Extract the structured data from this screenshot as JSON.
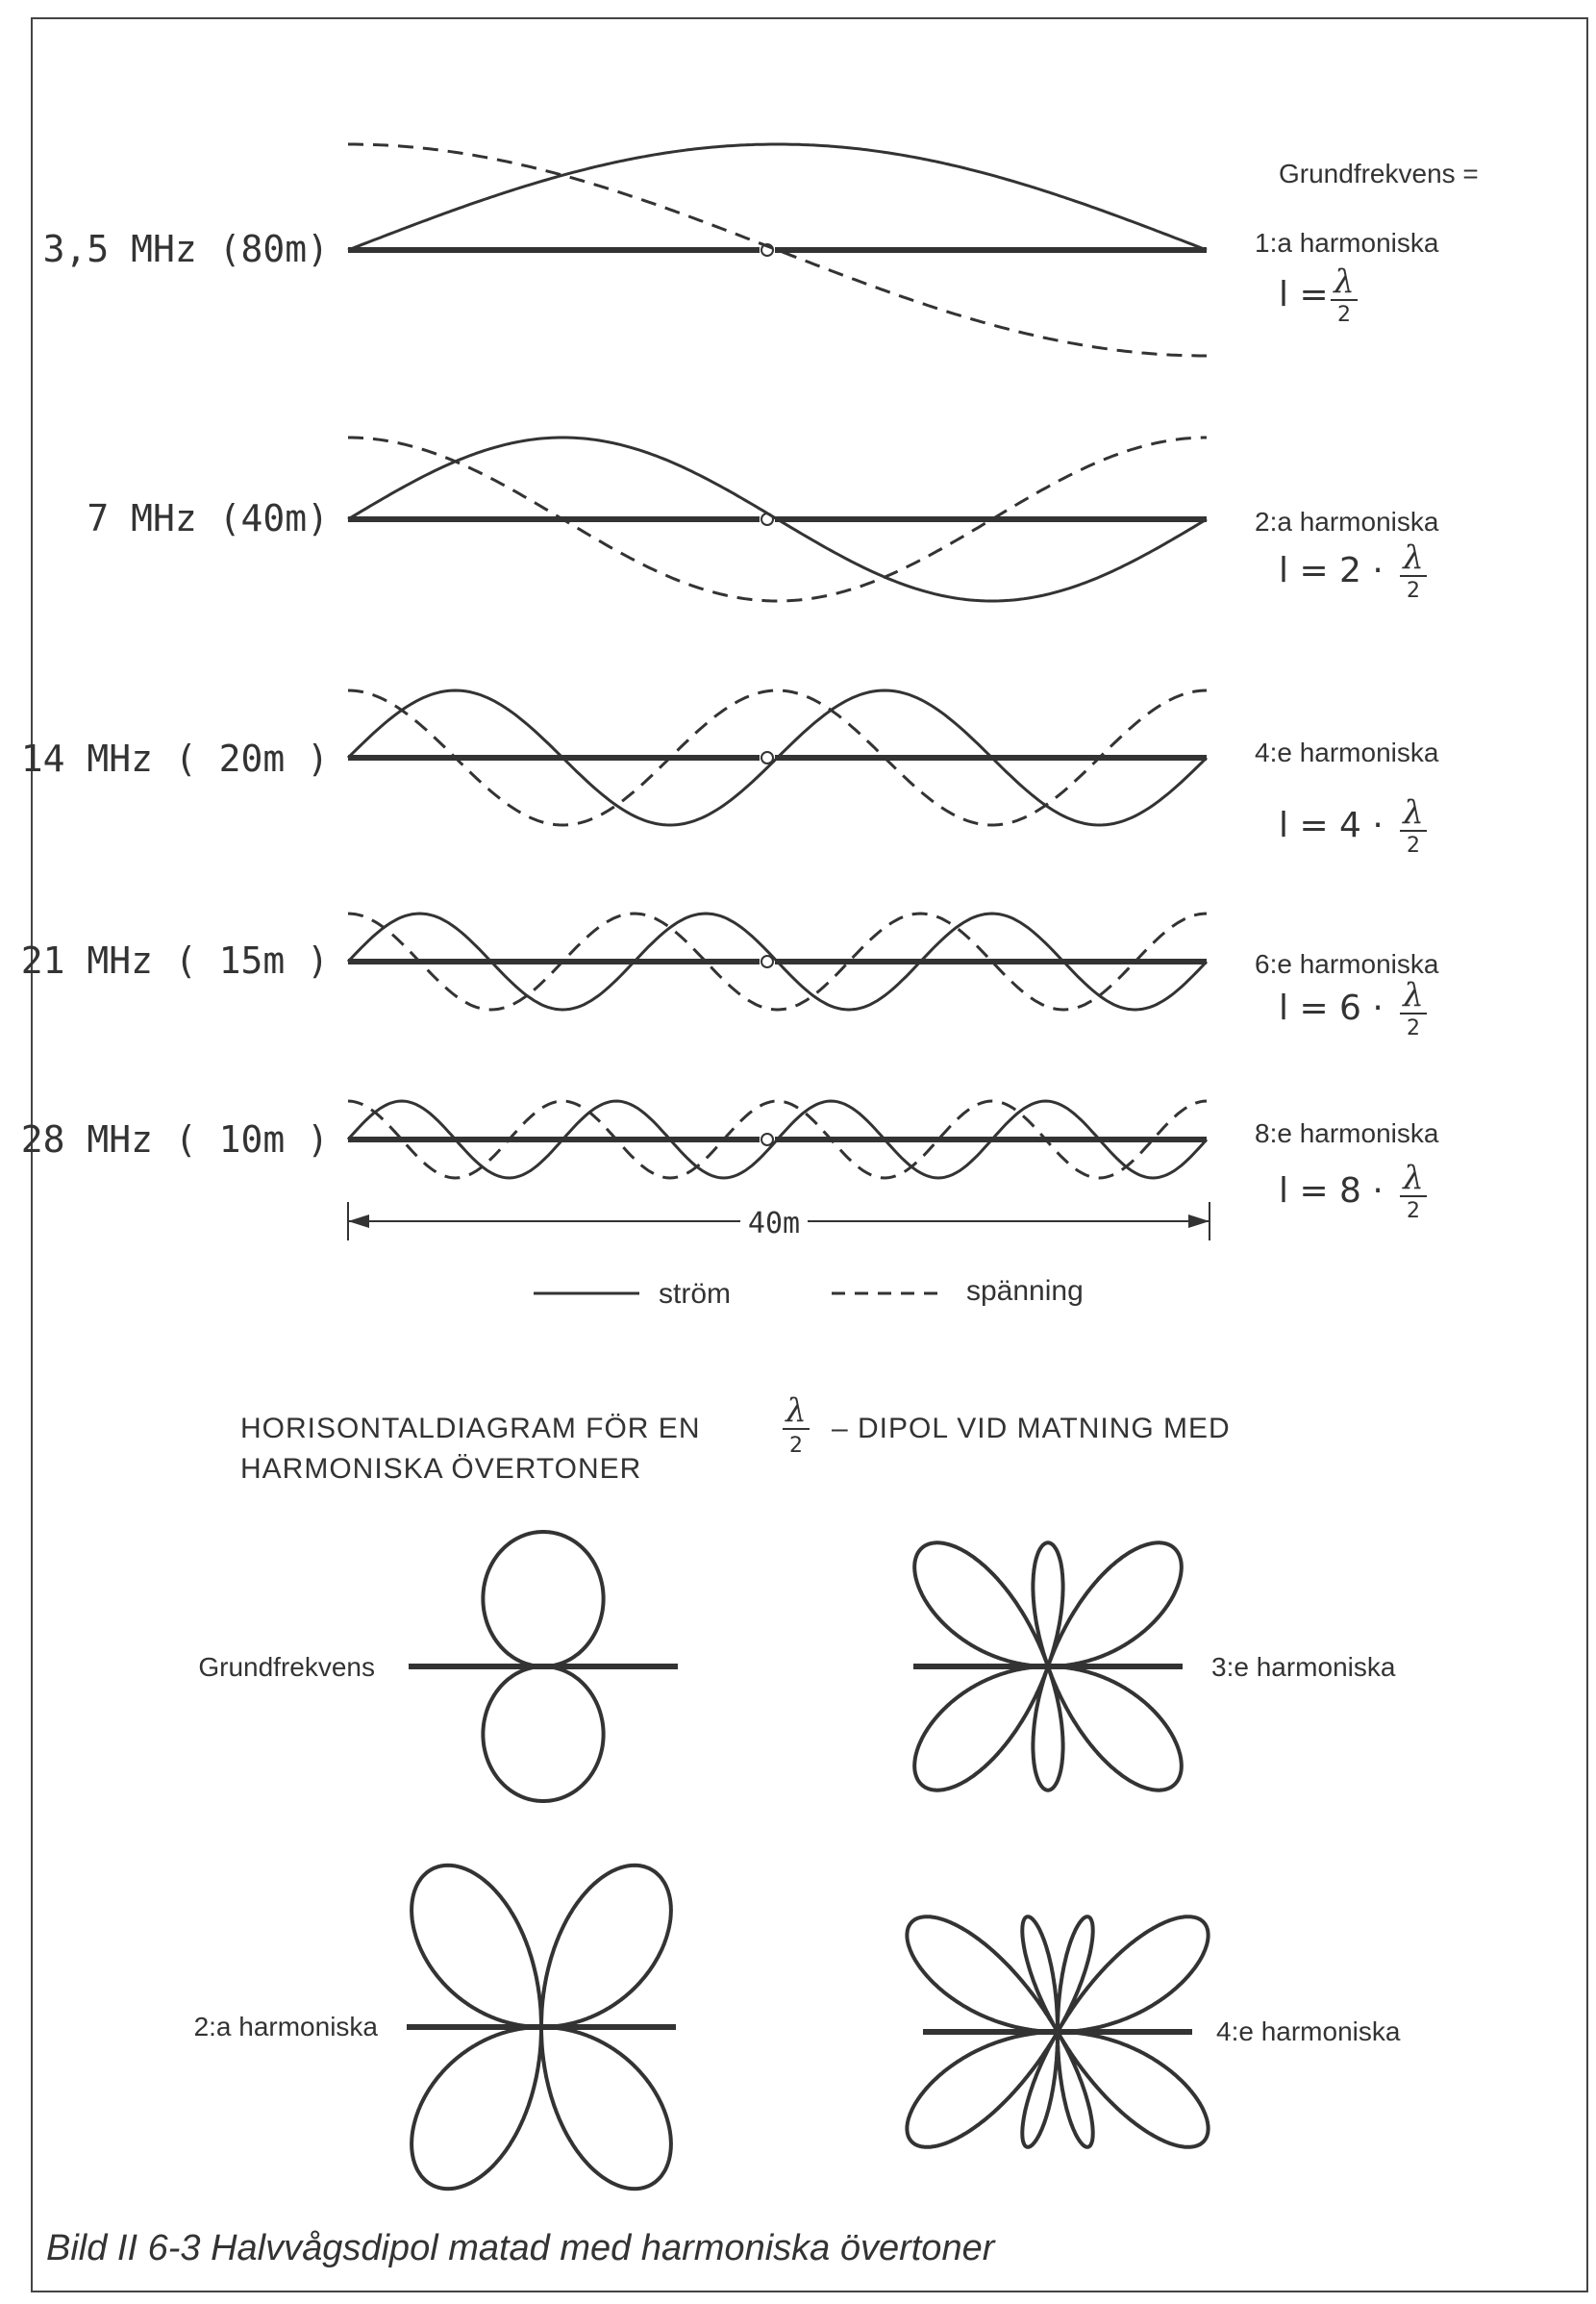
{
  "header": {
    "grundfrekvens": "Grundfrekvens ="
  },
  "bands": [
    {
      "label": "3,5 MHz (80m)",
      "harmonic": "1:a  harmoniska",
      "n": 1,
      "formula": "l = ",
      "multiplier": ""
    },
    {
      "label": "7 MHz (40m)",
      "harmonic": "2:a  harmoniska",
      "n": 2,
      "formula": "l = 2 ·",
      "multiplier": "2"
    },
    {
      "label": "14 MHz ( 20m )",
      "harmonic": "4:e  harmoniska",
      "n": 4,
      "formula": "l = 4 ·",
      "multiplier": "4"
    },
    {
      "label": "21 MHz ( 15m )",
      "harmonic": "6:e harmoniska",
      "n": 6,
      "formula": "l = 6 ·",
      "multiplier": "6"
    },
    {
      "label": "28 MHz ( 10m )",
      "harmonic": "8:e  harmoniska",
      "n": 8,
      "formula": "l = 8 ·",
      "multiplier": "8"
    }
  ],
  "lambda_symbol": "λ",
  "lambda_denominator": "2",
  "dimension": {
    "label": "40m"
  },
  "legend": {
    "current": "ström",
    "voltage": "spänning"
  },
  "section": {
    "title_line1": "HORISONTALDIAGRAM FÖR EN",
    "title_after_fraction": "– DIPOL  VID MATNING MED",
    "title_line2": "HARMONISKA ÖVERTONER"
  },
  "patterns": [
    {
      "label": "Grundfrekvens",
      "harmonic": 1
    },
    {
      "label": "3:e  harmoniska",
      "harmonic": 3
    },
    {
      "label": "2:a  harmoniska",
      "harmonic": 2
    },
    {
      "label": "4:e  harmoniska",
      "harmonic": 4
    }
  ],
  "caption": "Bild II 6-3  Halvvågsdipol matad med harmoniska övertoner",
  "colors": {
    "ink": "#333333",
    "frame": "#444444"
  }
}
